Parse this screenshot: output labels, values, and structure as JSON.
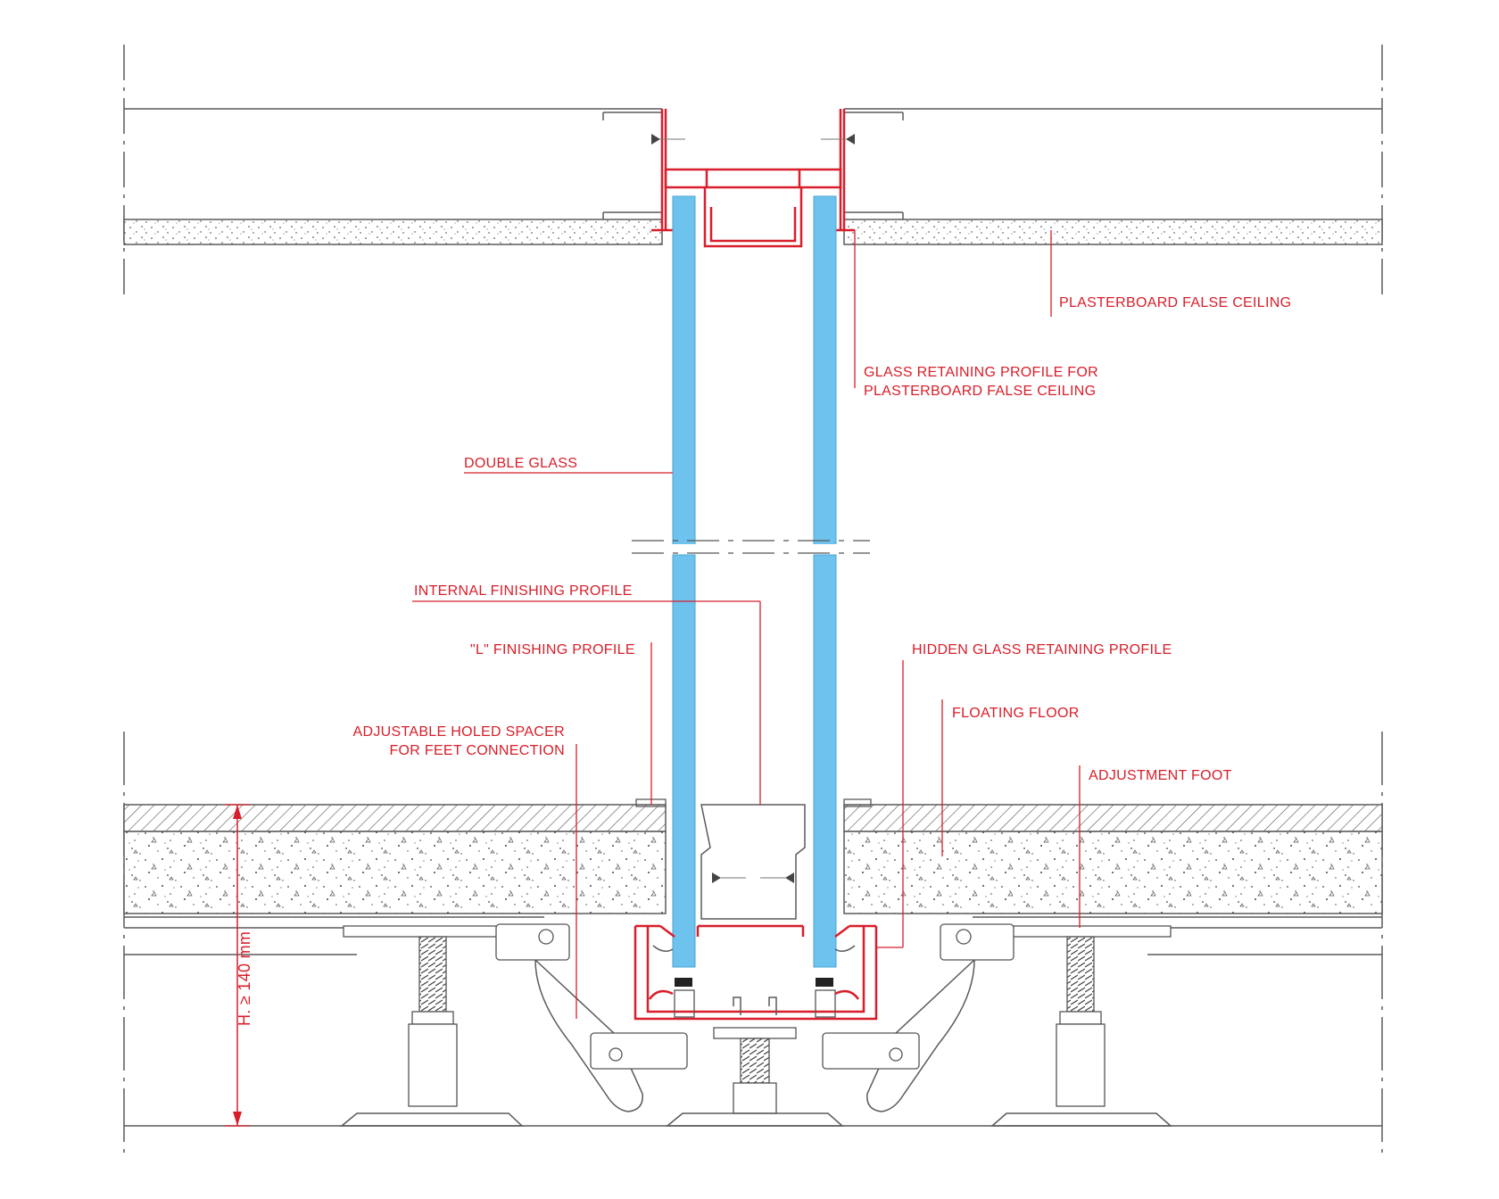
{
  "labels": {
    "plasterboard_false_ceiling": "PLASTERBOARD FALSE CEILING",
    "glass_retaining_profile_line1": "GLASS RETAINING PROFILE FOR",
    "glass_retaining_profile_line2": "PLASTERBOARD FALSE CEILING",
    "double_glass": "DOUBLE GLASS",
    "internal_finishing_profile": "INTERNAL FINISHING PROFILE",
    "l_finishing_profile": "\"L\" FINISHING PROFILE",
    "hidden_glass_retaining_profile": "HIDDEN GLASS RETAINING PROFILE",
    "floating_floor": "FLOATING FLOOR",
    "adjustable_spacer_line1": "ADJUSTABLE HOLED SPACER",
    "adjustable_spacer_line2": "FOR FEET CONNECTION",
    "adjustment_foot": "ADJUSTMENT FOOT",
    "height_dimension": "H. ≥ 140 mm"
  },
  "colors": {
    "annotation": "#d81e2a",
    "glass": "#6ec3ee",
    "profile": "#d81e2a",
    "linework": "#5a5a5a"
  }
}
